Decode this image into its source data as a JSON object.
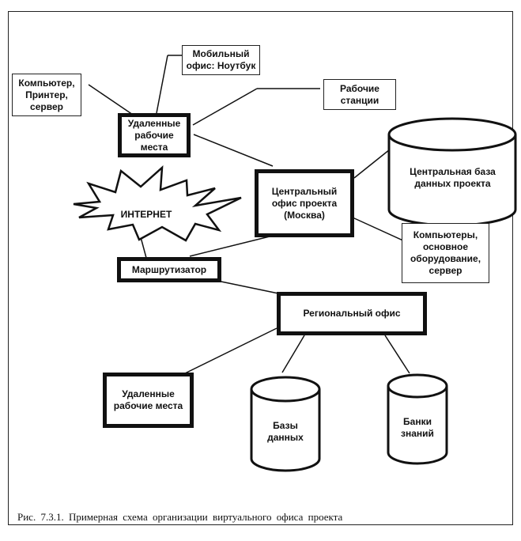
{
  "nodes": {
    "mobile_office": "Мобильный офис: Ноутбук",
    "computer_printer_server": "Компьютер, Принтер, сервер",
    "workstations": "Рабочие станции",
    "remote_workplaces_top": "Удаленные рабочие места",
    "central_db": "Центральная база данных проекта",
    "internet": "ИНТЕРНЕТ",
    "central_office": "Центральный офис проекта (Москва)",
    "computers_equipment": "Компьютеры, основное оборудование, сервер",
    "router": "Маршрутизатор",
    "regional_office": "Региональный офис",
    "remote_workplaces_bottom": "Удаленные рабочие места",
    "databases": "Базы данных",
    "knowledge_banks": "Банки знаний"
  },
  "caption": "Рис. 7.3.1. Примерная схема организации виртуального офиса проекта"
}
